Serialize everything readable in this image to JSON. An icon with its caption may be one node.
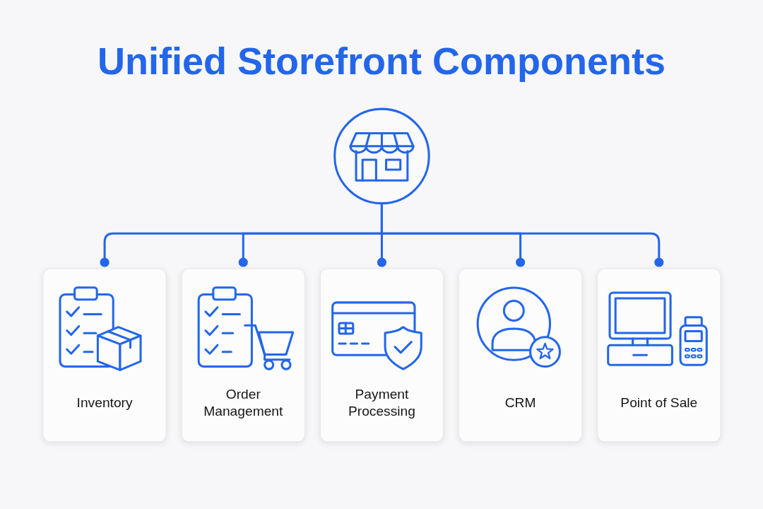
{
  "diagram": {
    "title": "Unified Storefront Components",
    "nodes": [
      {
        "text": [],
        "shape": "circle"
      },
      {
        "text": [
          "Inventory"
        ]
      },
      {
        "text": [
          "Order Management"
        ]
      },
      {
        "text": [
          "Payment Processing"
        ]
      },
      {
        "text": [
          "CRM"
        ]
      },
      {
        "text": [
          "Point of Sale"
        ]
      }
    ],
    "edges": [
      {
        "from": 0,
        "to": 1,
        "arrow": "other"
      },
      {
        "from": 0,
        "to": 2,
        "arrow": "other"
      },
      {
        "from": 0,
        "to": 3,
        "arrow": "other"
      },
      {
        "from": 0,
        "to": 4,
        "arrow": "other"
      },
      {
        "from": 0,
        "to": 5,
        "arrow": "other"
      }
    ]
  }
}
